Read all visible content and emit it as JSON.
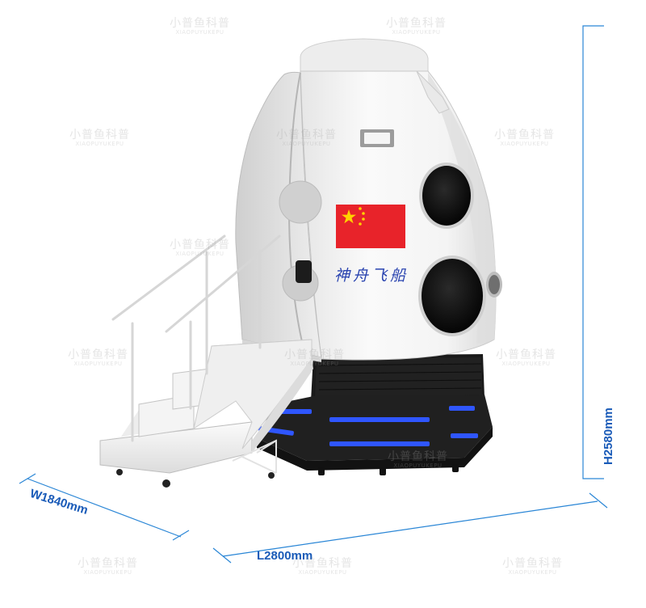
{
  "product": {
    "ship_name": "神舟飞船"
  },
  "dimensions": {
    "height": "H2580mm",
    "width": "W1840mm",
    "length": "L2800mm"
  },
  "watermark": {
    "cn": "小普鱼科普",
    "en": "XIAOPUYUKEPU"
  },
  "colors": {
    "dimension_lines": "#2a86d6",
    "dimension_text": "#1a5bb8",
    "capsule_shell": "#f2f2f2",
    "base_led": "#2f56ff",
    "flag_red": "#e8232a",
    "flag_star": "#ffd200"
  }
}
